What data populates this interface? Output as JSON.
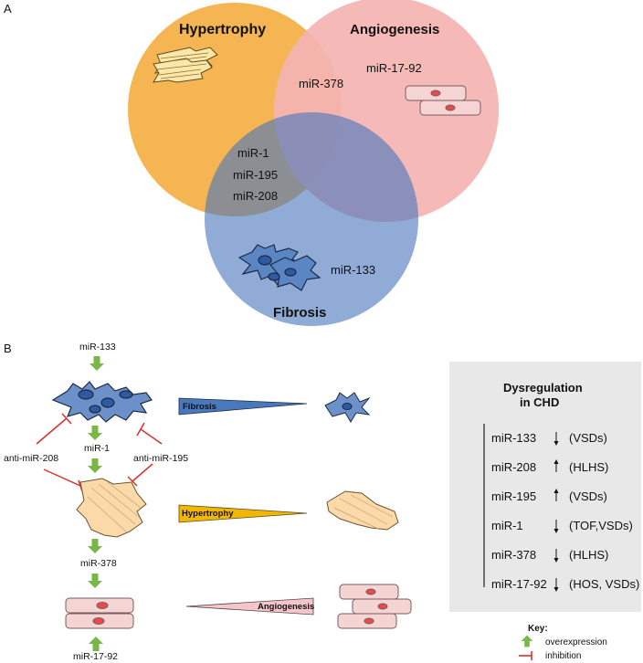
{
  "panel_a": {
    "label": "A",
    "circles": {
      "hypertrophy": "Hypertrophy",
      "angiogenesis": "Angiogenesis",
      "fibrosis": "Fibrosis"
    },
    "mirnas": {
      "hyp_ang": "miR-378",
      "ang_only": "miR-17-92",
      "center_1": "miR-1",
      "center_2": "miR-195",
      "center_3": "miR-208",
      "fib_only": "miR-133"
    },
    "colors": {
      "hypertrophy": "#f4b552",
      "angiogenesis": "#f4b4b2",
      "fibrosis": "#4a78bd"
    }
  },
  "panel_b": {
    "label": "B",
    "labels": {
      "mir133": "miR-133",
      "mir1": "miR-1",
      "anti208": "anti-miR-208",
      "anti195": "anti-miR-195",
      "mir378": "miR-378",
      "mir1792": "miR-17-92"
    },
    "wedges": {
      "fibrosis": "Fibrosis",
      "hypertrophy": "Hypertrophy",
      "angiogenesis": "Angiogenesis"
    },
    "wedge_colors": {
      "fibrosis": "#4a78bd",
      "hypertrophy": "#f2b705",
      "angiogenesis": "#f4c5cb"
    }
  },
  "dysregulation": {
    "title_line1": "Dysregulation",
    "title_line2": "in CHD",
    "rows": [
      {
        "mirna": "miR-133",
        "direction": "down",
        "condition": "(VSDs)"
      },
      {
        "mirna": "miR-208",
        "direction": "up",
        "condition": "(HLHS)"
      },
      {
        "mirna": "miR-195",
        "direction": "up",
        "condition": "(VSDs)"
      },
      {
        "mirna": "miR-1",
        "direction": "down",
        "condition": "(TOF,VSDs)"
      },
      {
        "mirna": "miR-378",
        "direction": "down",
        "condition": "(HLHS)"
      },
      {
        "mirna": "miR-17-92",
        "direction": "down",
        "condition": "(HOS, VSDs)"
      }
    ]
  },
  "key": {
    "title": "Key:",
    "overexpression": "overexpression",
    "inhibition": "inhibition",
    "overexpression_color": "#7ab648",
    "inhibition_color": "#d9302c"
  }
}
